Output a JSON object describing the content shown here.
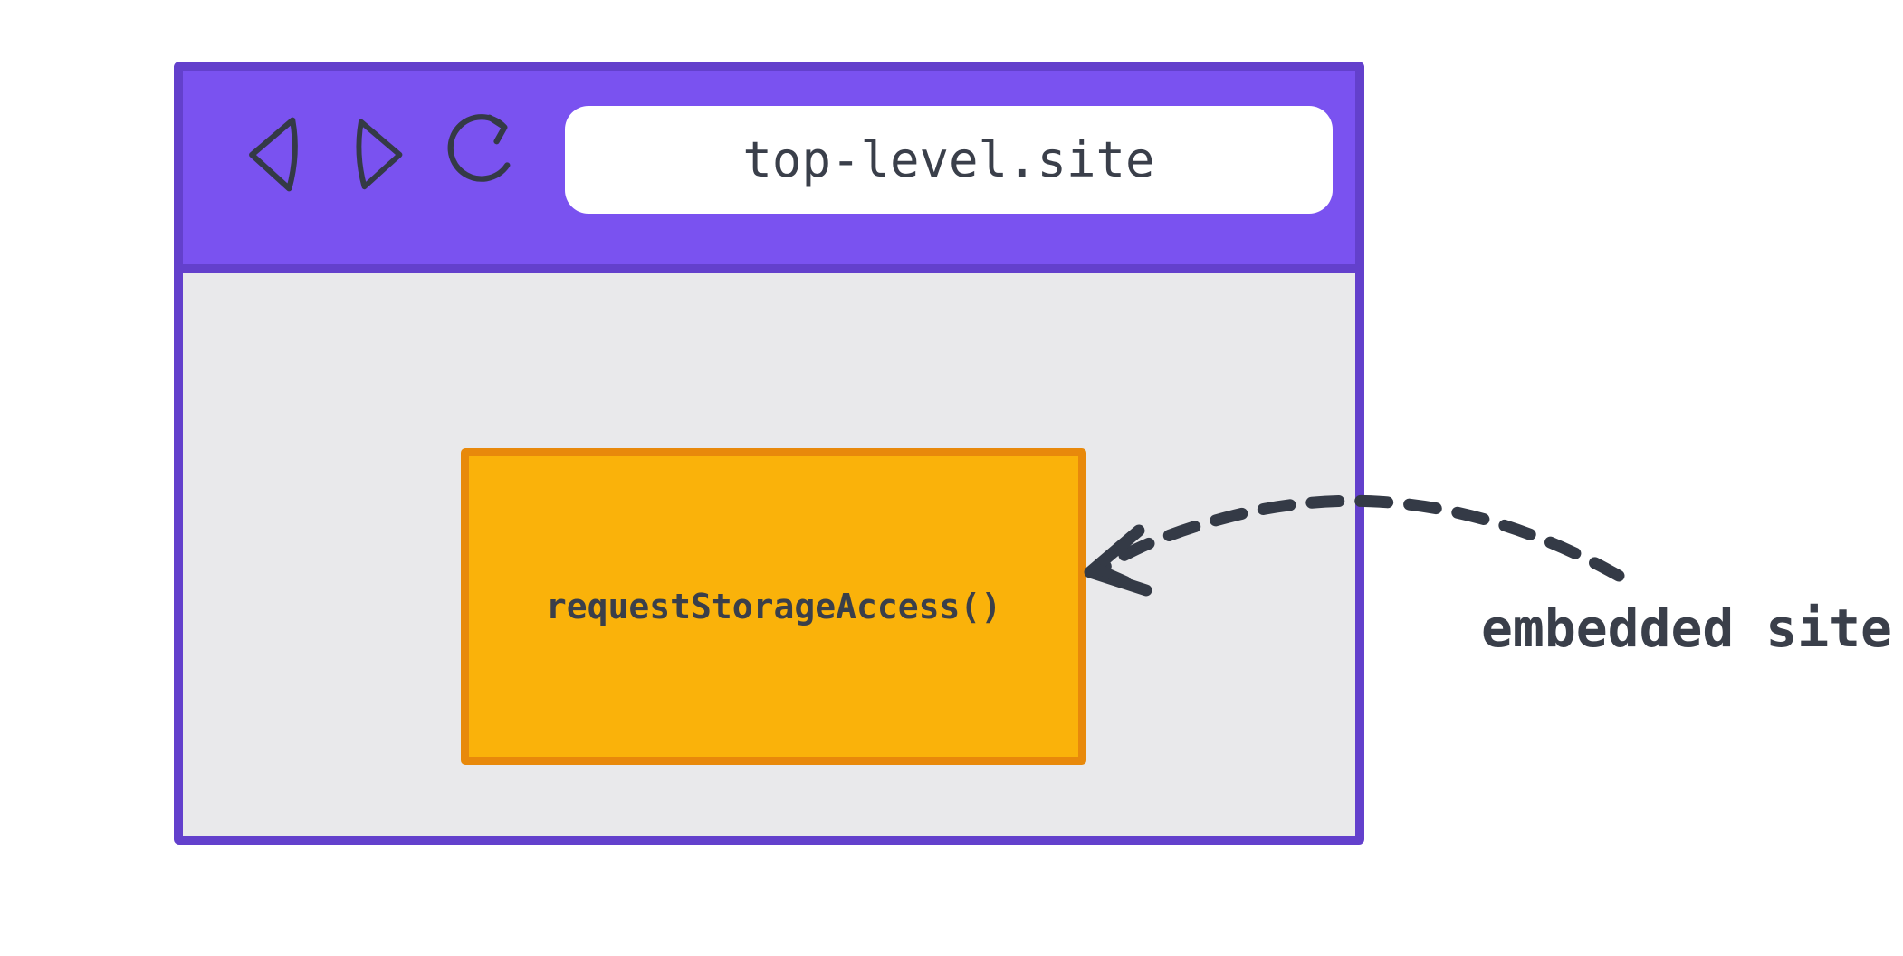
{
  "theme": {
    "page-bg": "#ffffff",
    "titlebar-bg": "#7A52F0",
    "window-border": "#6340CC",
    "content-bg": "#E9E9EB",
    "addressbar-bg": "#ffffff",
    "embed-fill": "#FAB20A",
    "embed-border": "#E8890B",
    "ink": "#343A46",
    "text": "#3A3F4A"
  },
  "browser_window": {
    "address_bar": {
      "url": "top-level.site"
    },
    "toolbar_icons": [
      "back",
      "forward",
      "reload"
    ]
  },
  "embedded_frame": {
    "label": "requestStorageAccess()"
  },
  "annotation": {
    "label": "embedded site"
  }
}
